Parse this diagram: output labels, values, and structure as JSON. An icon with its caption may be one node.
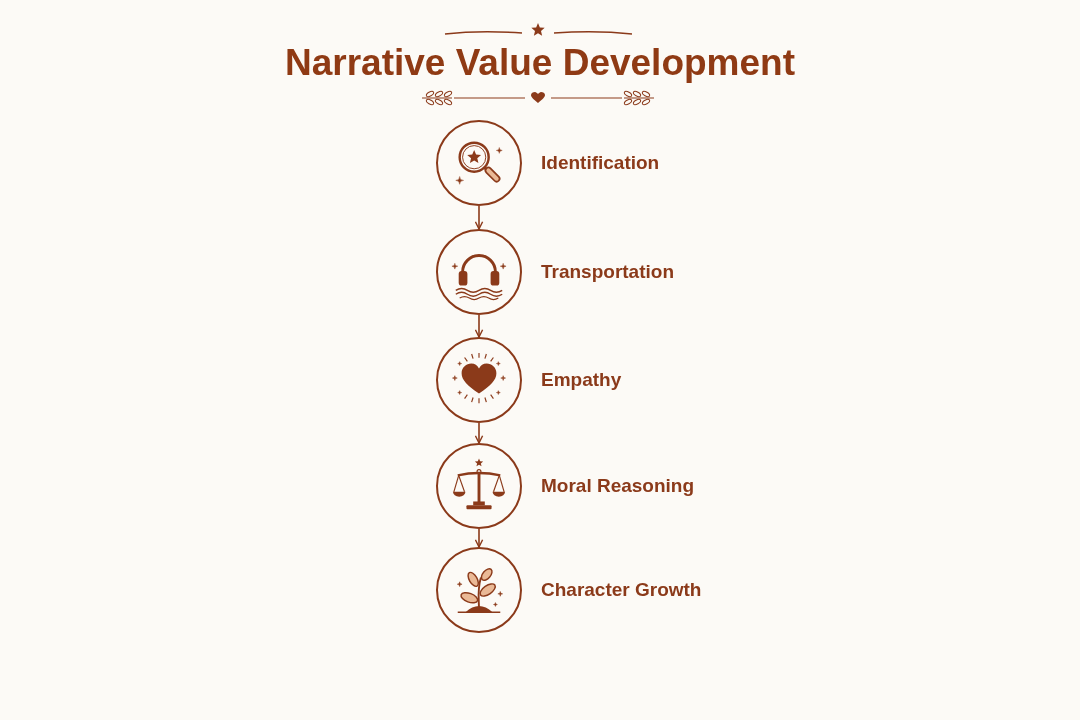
{
  "diagram": {
    "title": "Narrative Value Development",
    "nodes": [
      {
        "text": [],
        "shape": "circle",
        "beside": [
          "Identification"
        ]
      },
      {
        "text": [],
        "shape": "circle",
        "beside": [
          "Transportation"
        ]
      },
      {
        "text": [],
        "shape": "circle",
        "beside": [
          "Empathy"
        ]
      },
      {
        "text": [],
        "shape": "circle",
        "beside": [
          "Moral Reasoning"
        ]
      },
      {
        "text": [],
        "shape": "circle",
        "beside": [
          "Character Growth"
        ]
      }
    ],
    "edges": [
      {
        "from": 0,
        "to": 1,
        "arrow": "to"
      },
      {
        "from": 1,
        "to": 2,
        "arrow": "to"
      },
      {
        "from": 2,
        "to": 3,
        "arrow": "to"
      },
      {
        "from": 3,
        "to": 4,
        "arrow": "to"
      }
    ]
  }
}
